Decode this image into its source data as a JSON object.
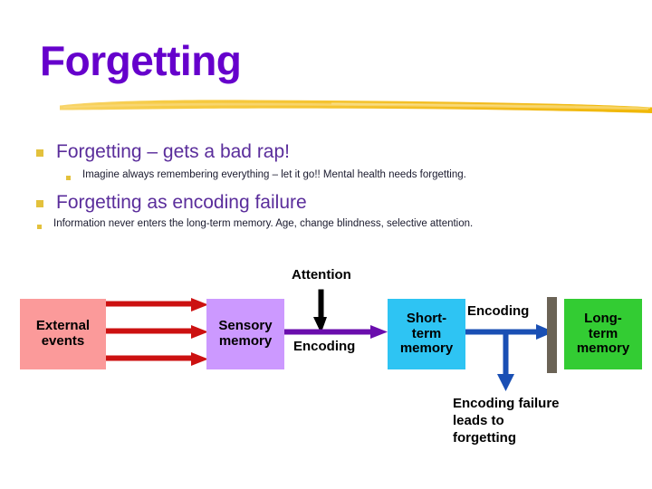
{
  "slide": {
    "title": "Forgetting",
    "title_color": "#6600cc",
    "underline_color": "#f5c431",
    "background": "#ffffff"
  },
  "bullets": [
    {
      "level": 1,
      "marker": "square-bullet",
      "marker_color": "#e3c13c",
      "text": "Forgetting – gets a bad rap!",
      "color": "#5a2d9b"
    },
    {
      "level": 2,
      "marker": "square-bullet",
      "marker_color": "#e3c13c",
      "text": "Imagine always remembering everything – let it go!! Mental health needs forgetting.",
      "color": "#1a1a2e"
    },
    {
      "level": 1,
      "marker": "square-bullet",
      "marker_color": "#e3c13c",
      "text": "Forgetting as encoding failure",
      "color": "#5a2d9b"
    },
    {
      "level": 2,
      "marker": "square-bullet",
      "marker_color": "#e3c13c",
      "text": "Information never enters the long-term memory. Age, change blindness, selective attention.",
      "color": "#1a1a2e"
    }
  ],
  "diagram": {
    "boxes": [
      {
        "id": "external",
        "line1": "External",
        "line2": "events",
        "color": "#fb9a9a"
      },
      {
        "id": "sensory",
        "line1": "Sensory",
        "line2": "memory",
        "color": "#cc99ff"
      },
      {
        "id": "short",
        "line1": "Short-",
        "line2": "term",
        "line3": "memory",
        "color": "#2ec4f3"
      },
      {
        "id": "long",
        "line1": "Long-",
        "line2": "term",
        "line3": "memory",
        "color": "#33cc33"
      }
    ],
    "labels": {
      "attention": "Attention",
      "encoding_sensory_to_short": "Encoding",
      "encoding_short_to_long": "Encoding",
      "failure_note": "Encoding failure leads to forgetting"
    },
    "arrows": {
      "external_to_sensory_color": "#cc1111",
      "external_to_sensory_count": 3,
      "attention_arrow_color": "#000000",
      "sensory_to_short_color": "#6a0dad",
      "short_to_long_color": "#1a4fb4",
      "failure_arrow_color": "#1a4fb4",
      "blocker_color": "#6b6356"
    }
  }
}
